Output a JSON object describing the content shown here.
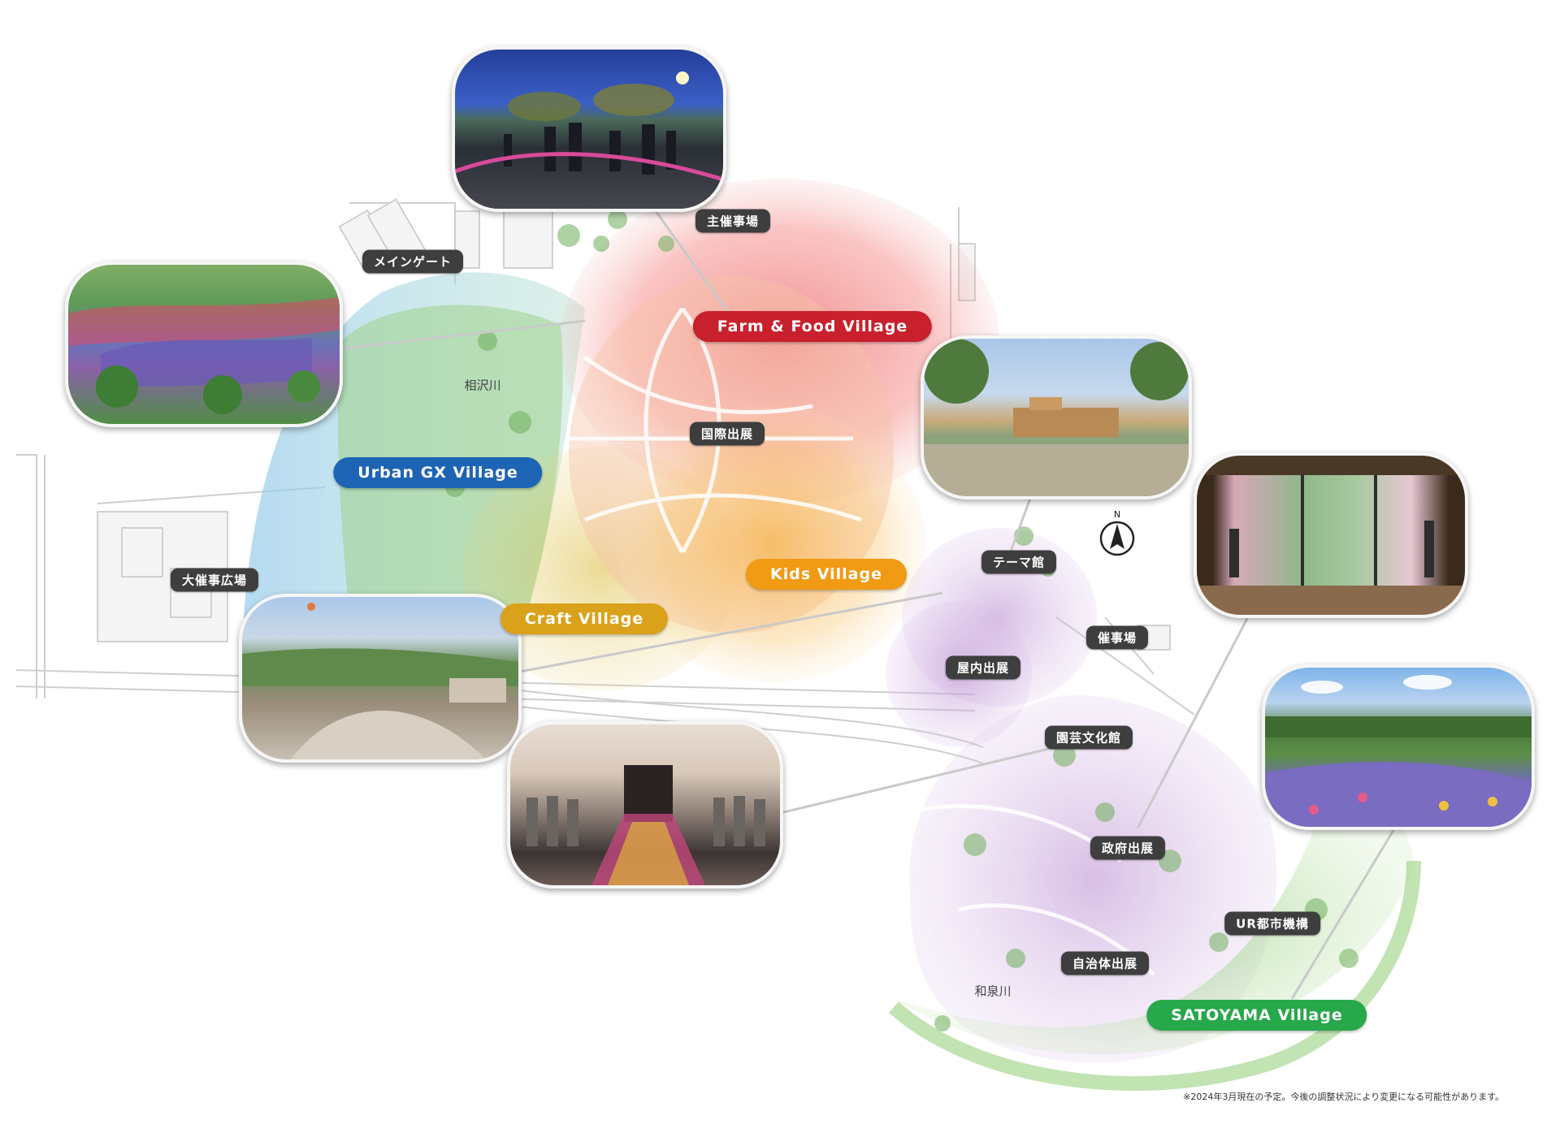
{
  "colors": {
    "urban_gx": "#1e64b4",
    "farm_food": "#c8202c",
    "kids": "#f19a14",
    "craft": "#d9a21a",
    "satoyama": "#27a84a",
    "facility_label_bg": "#3e3e3e"
  },
  "villages": {
    "urban_gx": "Urban GX Village",
    "farm_food": "Farm & Food Village",
    "kids": "Kids Village",
    "craft": "Craft  Village",
    "satoyama": "SATOYAMA Village"
  },
  "facilities": {
    "main_gate": "メインゲート",
    "organizer_venue": "主催事場",
    "international": "国際出展",
    "big_event_plaza": "大催事広場",
    "theme_hall": "テーマ館",
    "event_venue": "催事場",
    "indoor_exhibit": "屋内出展",
    "horticulture_hall": "園芸文化館",
    "government": "政府出展",
    "ur_agency": "UR都市機構",
    "municipal": "自治体出展"
  },
  "rivers": {
    "aizawa": "相沢川",
    "izumi": "和泉川"
  },
  "compass_letter": "N",
  "footnote": "※2024年3月現在の予定。今後の調整状況により変更になる可能性があります。"
}
